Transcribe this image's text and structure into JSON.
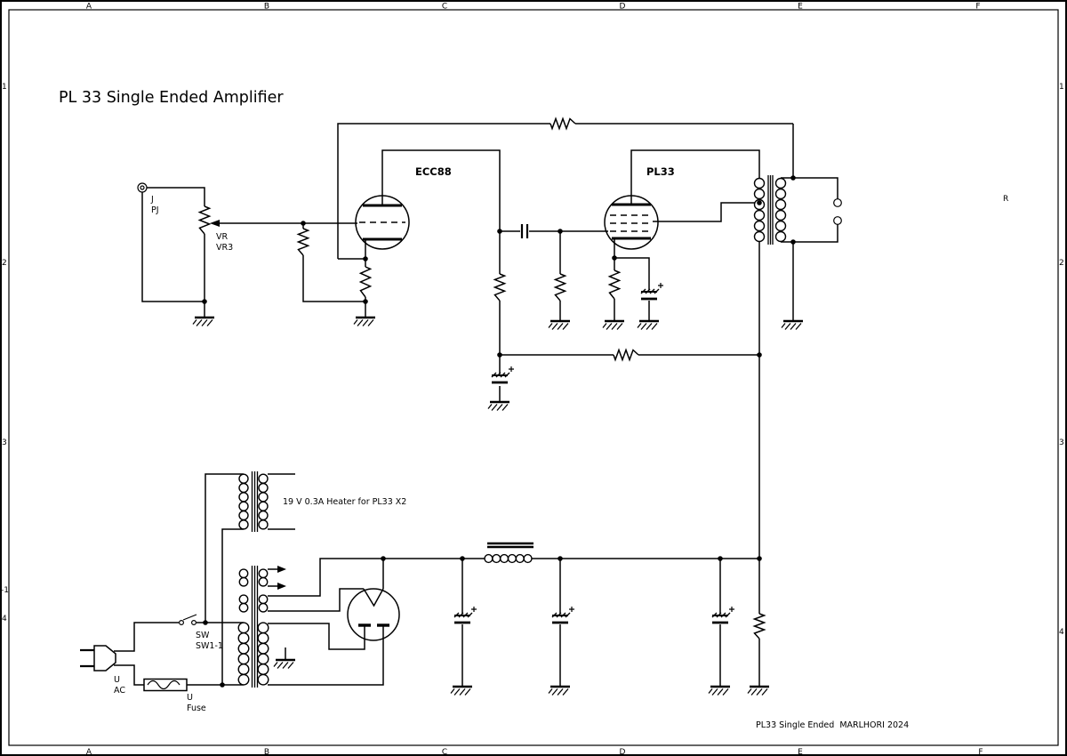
{
  "sheet": {
    "title": "PL 33 Single Ended Amplifier",
    "footer": "PL33 Single Ended  MARLHORI 2024",
    "stray_label": "R"
  },
  "border": {
    "columns": [
      "A",
      "B",
      "C",
      "D",
      "E",
      "F"
    ],
    "left_rows": [
      "1",
      "2",
      "3",
      "-1",
      "4"
    ],
    "right_rows": [
      "1",
      "2",
      "3",
      "4"
    ]
  },
  "labels": {
    "jack_ref": "J",
    "jack_name": "PJ",
    "pot_ref": "VR",
    "pot_name": "VR3",
    "tube1": "ECC88",
    "tube2": "PL33",
    "switch_ref": "SW",
    "switch_name": "SW1-1",
    "ac_ref": "U",
    "ac_name": "AC",
    "fuse_ref": "U",
    "fuse_name": "Fuse",
    "heater_note": "19 V 0.3A Heater for PL33 X2"
  },
  "colors": {
    "ink": "#000000",
    "paper": "#ffffff"
  }
}
